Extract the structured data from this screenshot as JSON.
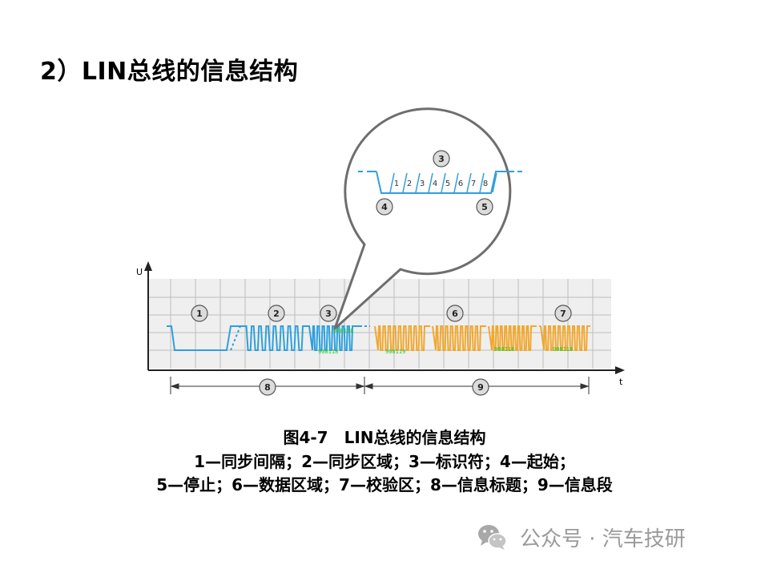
{
  "heading": "2）LIN总线的信息结构",
  "diagram": {
    "axis_y_label": "U",
    "axis_x_label": "t",
    "markers": [
      "1",
      "2",
      "3",
      "4",
      "5",
      "6",
      "7",
      "8",
      "9"
    ],
    "bit_numbers": [
      "1",
      "2",
      "3",
      "4",
      "5",
      "6",
      "7",
      "8"
    ],
    "scope_tags": [
      "908118",
      "908119",
      "908118",
      "908118",
      "908118"
    ],
    "colors": {
      "header_signal": "#2ea0dc",
      "response_signal": "#f0a830",
      "grid": "#bdbdbd",
      "grid_bg": "#efefef",
      "marker_fill": "#dcdcdc",
      "tag_green": "#22cc22"
    }
  },
  "caption": {
    "title": "图4-7　LIN总线的信息结构",
    "line1": "1—同步间隔；2—同步区域；3—标识符；4—起始；",
    "line2": "5—停止；6—数据区域；7—校验区；8—信息标题；9—信息段"
  },
  "watermark": {
    "icon": "wechat-icon",
    "text": "公众号 · 汽车技研"
  }
}
